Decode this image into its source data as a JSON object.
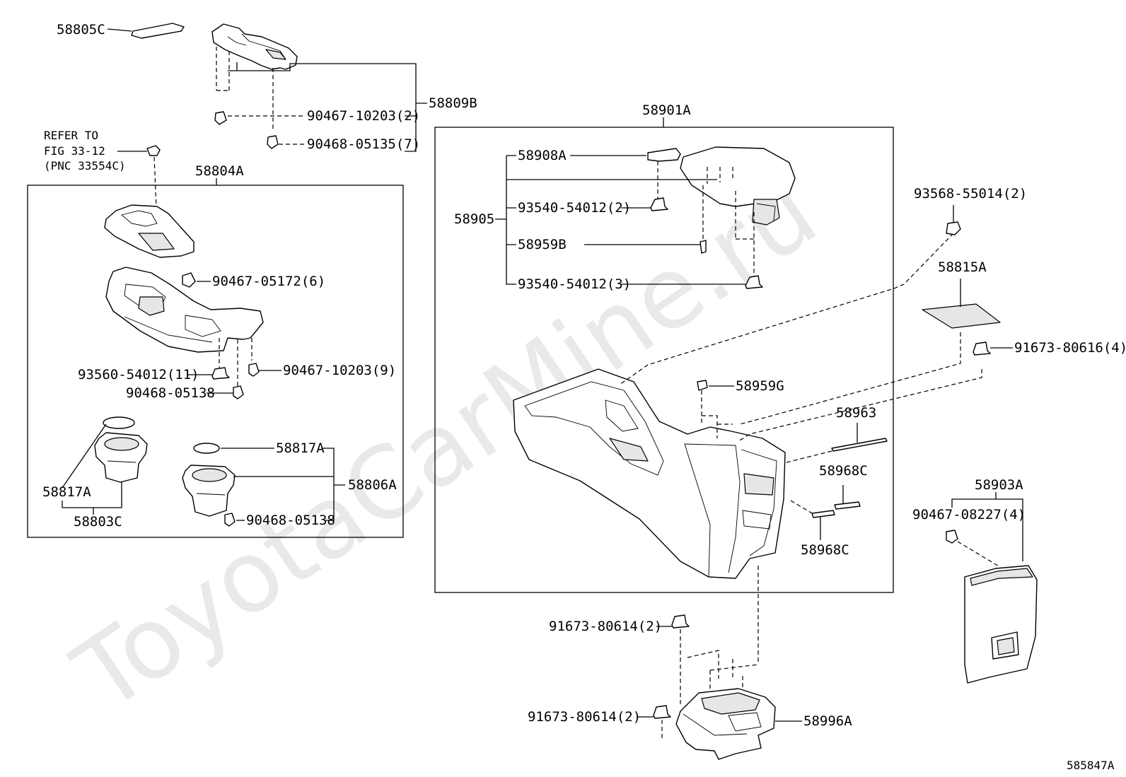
{
  "watermark": "ToyotaCarMine.ru",
  "figure_id": "585847A",
  "refer": {
    "line1": "REFER TO",
    "line2": "FIG 33-12",
    "line3": "(PNC 33554C)"
  },
  "labels": {
    "p58805C": "58805C",
    "p58809B": "58809B",
    "p90467_10203_2": "90467-10203(2)",
    "p90468_05135_7": "90468-05135(7)",
    "p58804A": "58804A",
    "p90467_05172_6": "90467-05172(6)",
    "p93560_54012_11": "93560-54012(11)",
    "p90467_10203_9": "90467-10203(9)",
    "p90468_05138_a": "90468-05138",
    "p58817A_a": "58817A",
    "p58817A_b": "58817A",
    "p58806A": "58806A",
    "p58803C": "58803C",
    "p90468_05138_b": "90468-05138",
    "p58901A": "58901A",
    "p58908A": "58908A",
    "p93540_54012_2": "93540-54012(2)",
    "p58905": "58905",
    "p58959B": "58959B",
    "p93540_54012_3": "93540-54012(3)",
    "p58959G": "58959G",
    "p58963": "58963",
    "p58968C_a": "58968C",
    "p58968C_b": "58968C",
    "p93568_55014_2": "93568-55014(2)",
    "p58815A": "58815A",
    "p91673_80616_4": "91673-80616(4)",
    "p58903A": "58903A",
    "p90467_08227_4": "90467-08227(4)",
    "p91673_80614_2_a": "91673-80614(2)",
    "p91673_80614_2_b": "91673-80614(2)",
    "p58996A": "58996A"
  }
}
